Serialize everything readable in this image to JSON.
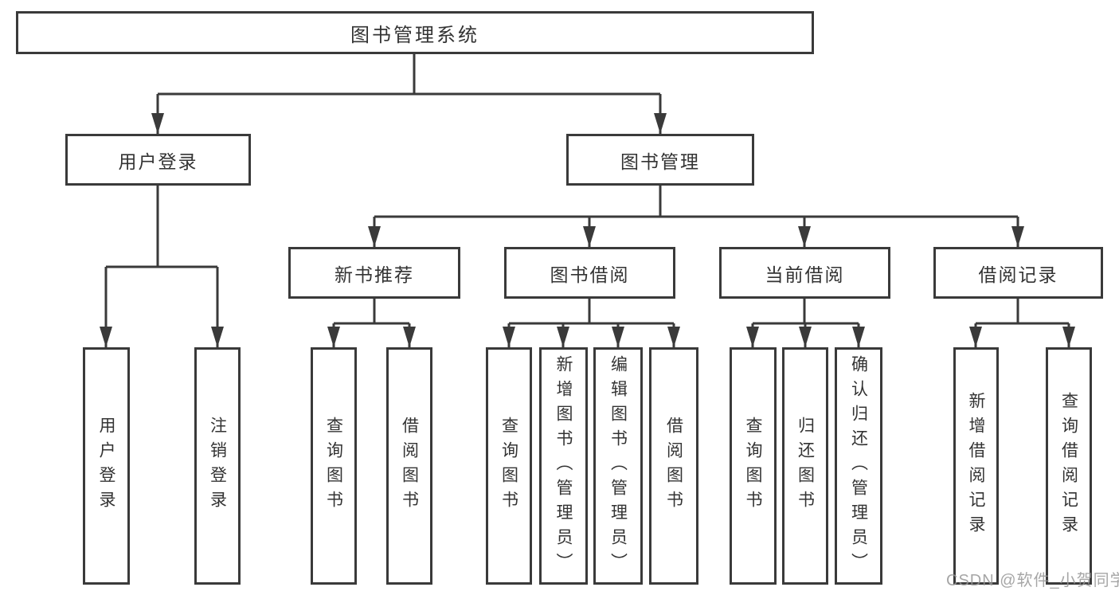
{
  "diagram": {
    "root": {
      "label": "图书管理系统"
    },
    "branches": [
      {
        "label": "用户登录",
        "leaves": [
          {
            "label": "用户登录"
          },
          {
            "label": "注销登录"
          }
        ]
      },
      {
        "label": "图书管理",
        "groups": [
          {
            "label": "新书推荐",
            "leaves": [
              {
                "label": "查询图书"
              },
              {
                "label": "借阅图书"
              }
            ]
          },
          {
            "label": "图书借阅",
            "leaves": [
              {
                "label": "查询图书"
              },
              {
                "label": "新增图书（管理员）"
              },
              {
                "label": "编辑图书（管理员）"
              },
              {
                "label": "借阅图书"
              }
            ]
          },
          {
            "label": "当前借阅",
            "leaves": [
              {
                "label": "查询图书"
              },
              {
                "label": "归还图书"
              },
              {
                "label": "确认归还（管理员）"
              }
            ]
          },
          {
            "label": "借阅记录",
            "leaves": [
              {
                "label": "新增借阅记录"
              },
              {
                "label": "查询借阅记录"
              }
            ]
          }
        ]
      }
    ]
  },
  "watermark": {
    "text": "CSDN @软件_小贺同学"
  },
  "colors": {
    "line": "#3a3a3a",
    "text": "#333333",
    "box_background": "#ffffff",
    "watermark": "#969696"
  }
}
